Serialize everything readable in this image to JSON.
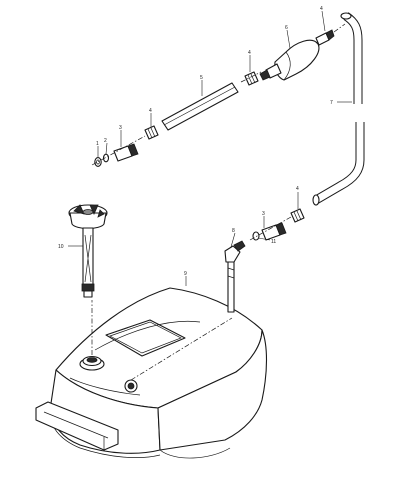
{
  "callouts": {
    "c1": "1",
    "c2": "2",
    "c3a": "3",
    "c3b": "3",
    "c4a": "4",
    "c4b": "4",
    "c4c": "4",
    "c4d": "4",
    "c5": "5",
    "c6": "6",
    "c7": "7",
    "c8": "8",
    "c9": "9",
    "c10": "10",
    "c11": "11"
  },
  "colors": {
    "ink": "#1a1a1a",
    "paper": "#ffffff",
    "shade": "#2a2a2a"
  }
}
